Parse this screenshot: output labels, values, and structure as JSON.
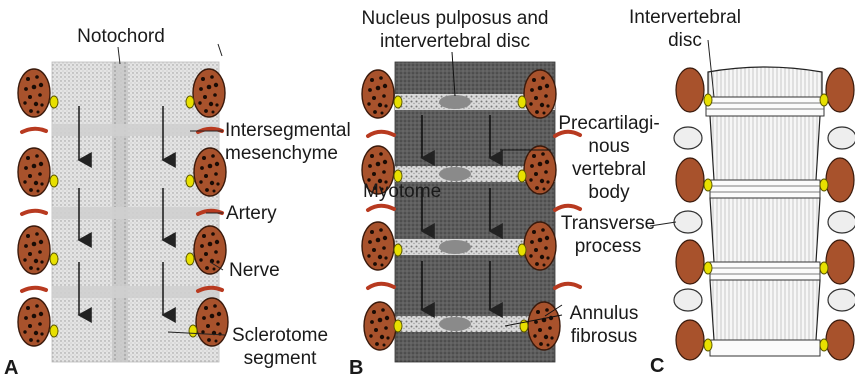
{
  "panels": {
    "a": {
      "letter": "A",
      "labels": {
        "notochord": "Notochord",
        "intersegmental_1": "Intersegmental",
        "intersegmental_2": "mesenchyme",
        "artery": "Artery",
        "nerve": "Nerve",
        "sclerotome_1": "Sclerotome",
        "sclerotome_2": "segment"
      }
    },
    "b": {
      "letter": "B",
      "labels": {
        "nucleus_1": "Nucleus pulposus and",
        "nucleus_2": "intervertebral disc",
        "precart_1": "Precartilagi-",
        "precart_2": "nous",
        "precart_3": "vertebral",
        "precart_4": "body",
        "myotome": "Myotome",
        "annulus_1": "Annulus",
        "annulus_2": "fibrosus"
      }
    },
    "c": {
      "letter": "C",
      "labels": {
        "intervertebral_1": "Intervertebral",
        "intervertebral_2": "disc",
        "transverse_1": "Transverse",
        "transverse_2": "process"
      }
    }
  },
  "colors": {
    "myotome": "#a8522c",
    "myotome_spot": "#1a0c05",
    "nerve_ganglion": "#e8e000",
    "artery": "#b83a20",
    "panel_a_fill": "#e6e6e6",
    "panel_b_fill": "#5a5a5a",
    "vertebra_fill": "#f4f4f4"
  }
}
